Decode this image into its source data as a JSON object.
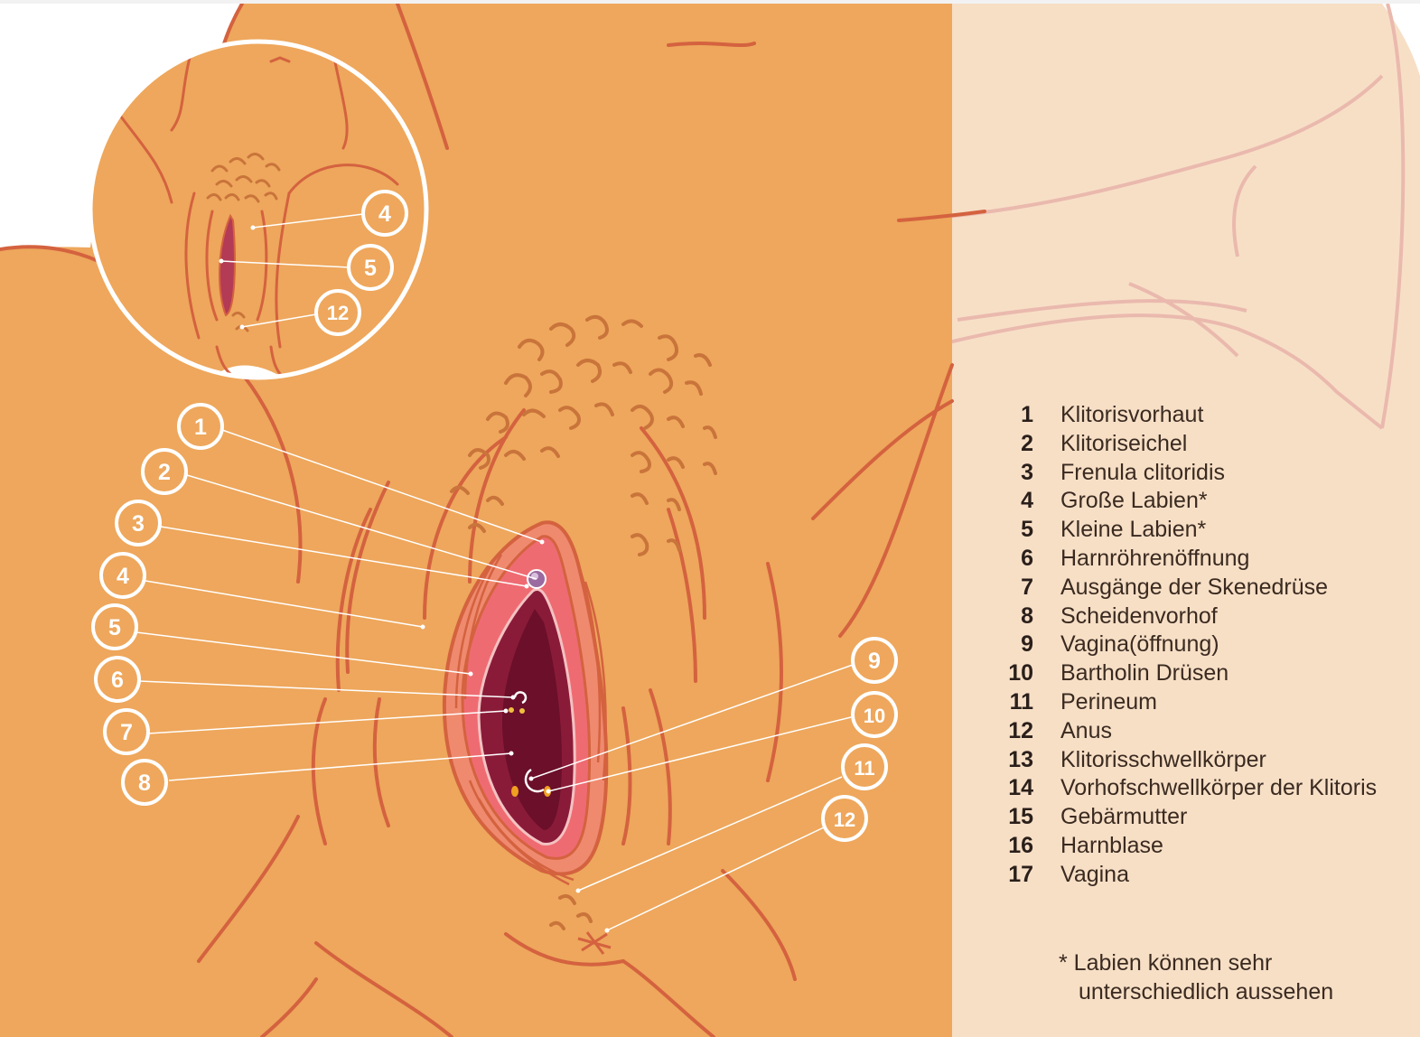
{
  "colors": {
    "skin": "#eea75c",
    "skin_line": "#d4623f",
    "right_panel": "#f7dfc6",
    "right_panel_line": "#eab9ae",
    "labia_inner": "#ef6b72",
    "vestibule": "#8a1b38",
    "vestibule_dark": "#6b0f2a",
    "hair": "#c9743b",
    "callout": "#ffffff",
    "text": "#3a2a20"
  },
  "callouts": {
    "main": [
      "1",
      "2",
      "3",
      "4",
      "5",
      "6",
      "7",
      "8",
      "9",
      "10",
      "11",
      "12"
    ],
    "inset": [
      "4",
      "5",
      "12"
    ]
  },
  "legend": [
    {
      "num": "1",
      "label": "Klitorisvorhaut"
    },
    {
      "num": "2",
      "label": "Klitoriseichel"
    },
    {
      "num": "3",
      "label": "Frenula clitoridis"
    },
    {
      "num": "4",
      "label": "Große Labien*"
    },
    {
      "num": "5",
      "label": "Kleine Labien*"
    },
    {
      "num": "6",
      "label": "Harnröhrenöffnung"
    },
    {
      "num": "7",
      "label": "Ausgänge der Skenedrüse"
    },
    {
      "num": "8",
      "label": "Scheidenvorhof"
    },
    {
      "num": "9",
      "label": "Vagina(öffnung)"
    },
    {
      "num": "10",
      "label": "Bartholin Drüsen"
    },
    {
      "num": "11",
      "label": "Perineum"
    },
    {
      "num": "12",
      "label": "Anus"
    },
    {
      "num": "13",
      "label": "Klitorisschwellkörper"
    },
    {
      "num": "14",
      "label": "Vorhofschwellkörper der Klitoris"
    },
    {
      "num": "15",
      "label": "Gebärmutter"
    },
    {
      "num": "16",
      "label": "Harnblase"
    },
    {
      "num": "17",
      "label": "Vagina"
    }
  ],
  "note": {
    "line1": "* Labien können sehr",
    "line2": "unterschiedlich aussehen"
  }
}
